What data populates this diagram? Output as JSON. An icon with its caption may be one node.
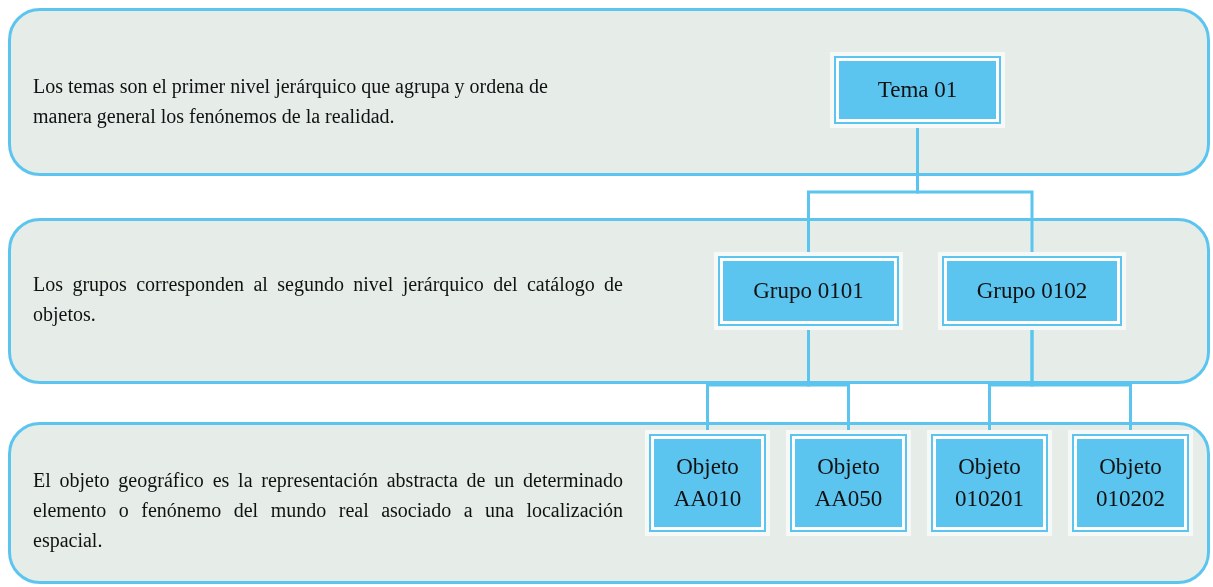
{
  "diagram": {
    "nodes": [
      {
        "text": [
          "Los temas son el primer nivel jerárquico que agrupa y ordena de manera general los fenónemos de la realidad."
        ]
      },
      {
        "text": [
          "Tema 01"
        ],
        "in": 0
      },
      {
        "text": [
          "Los grupos corresponden al segundo nivel jerárquico del catálogo de objetos."
        ]
      },
      {
        "text": [
          "Grupo 0101"
        ],
        "in": 2
      },
      {
        "text": [
          "Grupo 0102"
        ],
        "in": 2
      },
      {
        "text": [
          "El objeto geográfico es la representación abstracta de un determinado elemento o fenónemo del mundo real asociado a una localización espacial."
        ]
      },
      {
        "text": [
          "Objeto AA010"
        ],
        "in": 5
      },
      {
        "text": [
          "Objeto AA050"
        ],
        "in": 5
      },
      {
        "text": [
          "Objeto 010201"
        ],
        "in": 5
      },
      {
        "text": [
          "Objeto 010202"
        ],
        "in": 5
      }
    ],
    "edges": [
      {
        "from": 1,
        "to": 3,
        "arrow": "none"
      },
      {
        "from": 1,
        "to": 4,
        "arrow": "none"
      },
      {
        "from": 3,
        "to": 6,
        "arrow": "none"
      },
      {
        "from": 3,
        "to": 7,
        "arrow": "none"
      },
      {
        "from": 4,
        "to": 8,
        "arrow": "none"
      },
      {
        "from": 4,
        "to": 9,
        "arrow": "none"
      }
    ]
  }
}
